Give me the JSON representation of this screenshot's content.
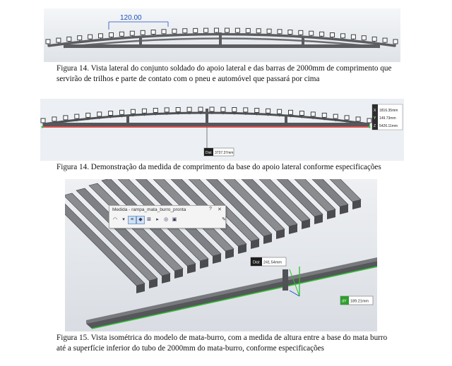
{
  "figure1": {
    "dimension_label": "120.00",
    "caption": "Figura 14. Vista lateral do conjunto soldado do apoio lateral e das barras de 2000mm de comprimento que servirão de trilhos e parte de contato com o pneu e automóvel que passará por cima"
  },
  "figure2": {
    "readout": {
      "x": "1816.35mm",
      "y": "149.73mm",
      "z": "5426.11mm"
    },
    "readout_axes": {
      "x": "X",
      "y": "Y",
      "z": "Z"
    },
    "dist_tag": "Dist",
    "dist_value": "3737.37mm",
    "caption": "Figura 14. Demonstração da medida de comprimento da base do apoio lateral conforme especificações"
  },
  "figure3": {
    "measure_window_title": "Medida - rampa_mata_burro_pronta",
    "window_controls": {
      "help": "?",
      "close": "✕"
    },
    "dist_tag": "Dist",
    "dist_value": "241.54mm",
    "dy_tag": "dY",
    "dy_value": "189.21mm",
    "caption": "Figura 15. Vista isométrica do modelo de mata-burro, com a medida de altura entre a base do mata burro até a superfície inferior do tubo de 2000mm do mata-burro, conforme especificações"
  },
  "colors": {
    "steel": "#5b5d60",
    "steel_dark": "#3c3e41",
    "viewport_bg": "#e6e9ee",
    "red_line": "#d41b1b",
    "green_edge": "#2fbf2f"
  }
}
